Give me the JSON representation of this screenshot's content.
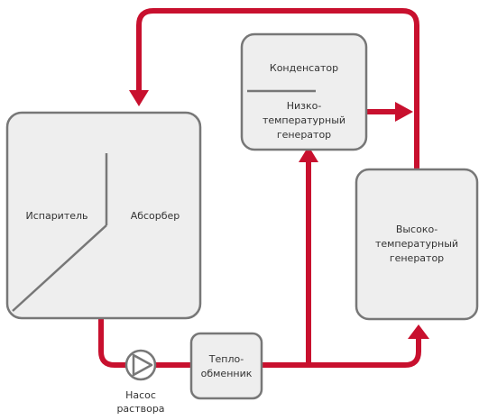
{
  "colors": {
    "pipe": "#c8102e",
    "box_fill": "#eeeeee",
    "box_stroke": "#777777",
    "text": "#333333",
    "background": "#ffffff"
  },
  "components": {
    "evaporator": "Испаритель",
    "absorber": "Абсорбер",
    "condenser": "Конденсатор",
    "low_temp_generator": [
      "Низко-",
      "температурный",
      "генератор"
    ],
    "high_temp_generator": [
      "Высоко-",
      "температурный",
      "генератор"
    ],
    "heat_exchanger": [
      "Тепло-",
      "обменник"
    ],
    "pump": [
      "Насос",
      "раствора"
    ]
  },
  "icons": {
    "pump": "pump-icon",
    "flow": "arrow-icon"
  }
}
